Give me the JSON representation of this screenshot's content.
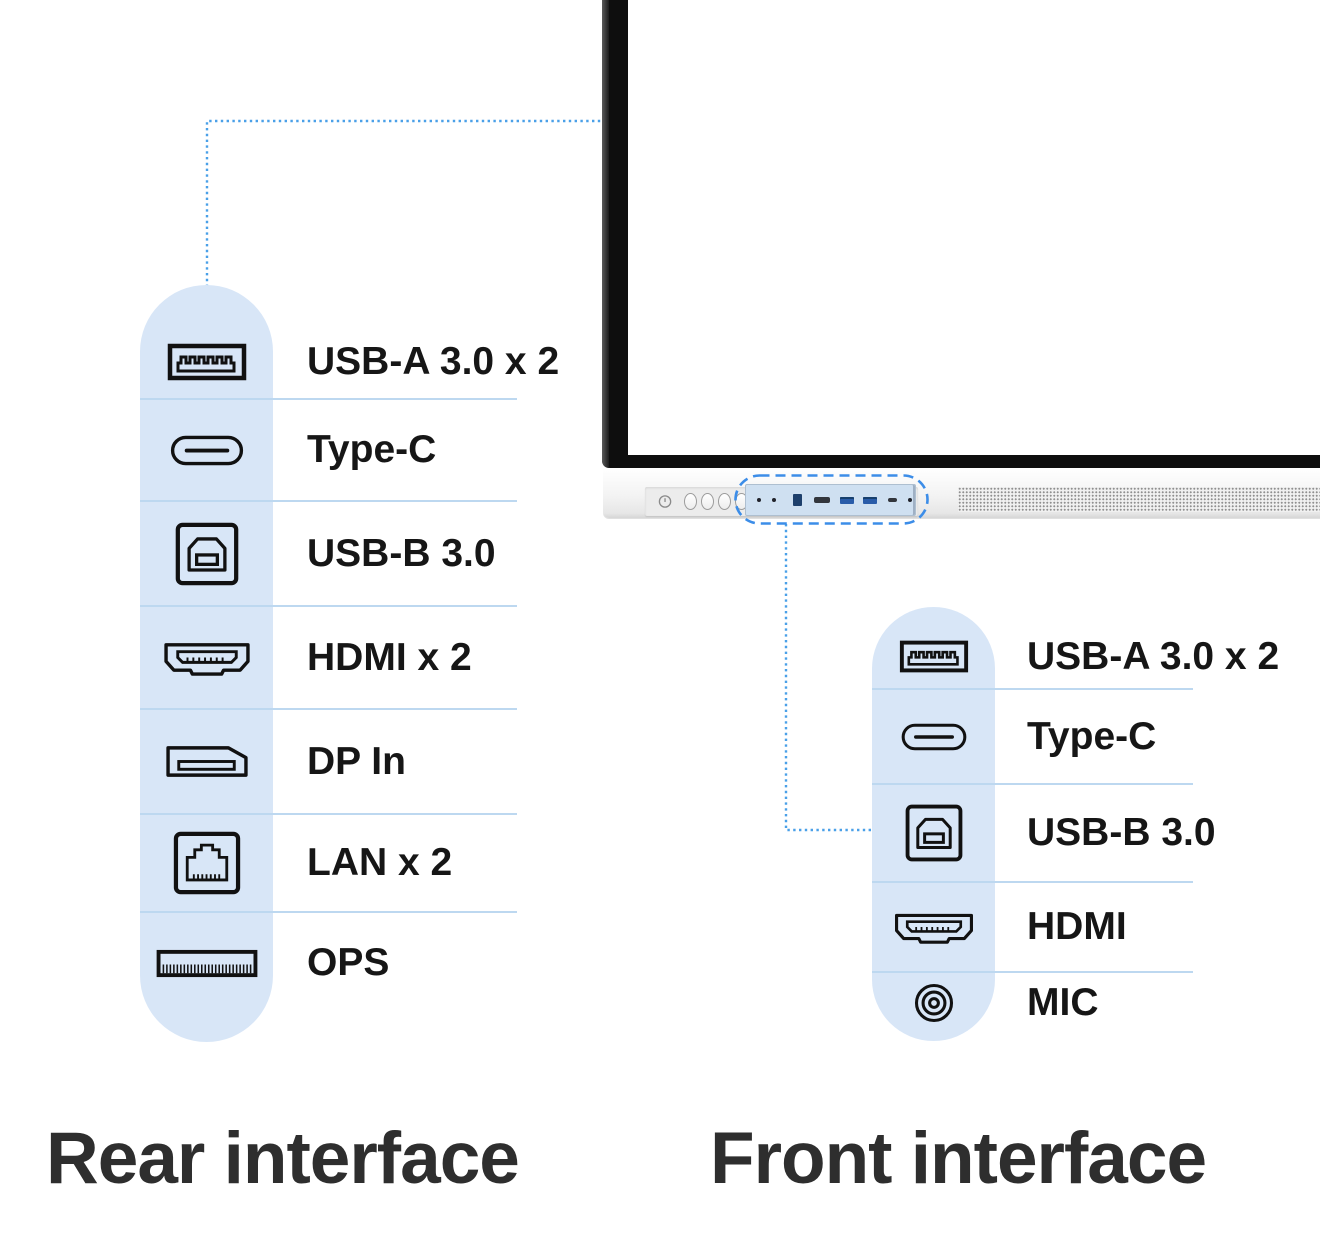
{
  "rear_panel": {
    "title": "Rear interface",
    "rows": [
      {
        "icon": "usb-a-icon",
        "label": "USB-A 3.0 x 2"
      },
      {
        "icon": "type-c-icon",
        "label": "Type-C"
      },
      {
        "icon": "usb-b-icon",
        "label": "USB-B 3.0"
      },
      {
        "icon": "hdmi-icon",
        "label": "HDMI x 2"
      },
      {
        "icon": "dp-icon",
        "label": "DP In"
      },
      {
        "icon": "lan-icon",
        "label": "LAN x 2"
      },
      {
        "icon": "ops-icon",
        "label": "OPS"
      }
    ]
  },
  "front_panel": {
    "title": "Front interface",
    "rows": [
      {
        "icon": "usb-a-icon",
        "label": "USB-A 3.0 x 2"
      },
      {
        "icon": "type-c-icon",
        "label": "Type-C"
      },
      {
        "icon": "usb-b-icon",
        "label": "USB-B 3.0"
      },
      {
        "icon": "hdmi-icon",
        "label": "HDMI"
      },
      {
        "icon": "mic-icon",
        "label": "MIC"
      }
    ]
  },
  "display": {
    "front_port_icons": [
      "power-icon",
      "nav-button",
      "mic-hole",
      "usb-b-port",
      "hdmi-port",
      "usb-a-port",
      "usb-a-port",
      "type-c-port",
      "mic-hole"
    ],
    "front_ports_highlighted": true
  },
  "colors": {
    "pill_background": "#d8e6f7",
    "row_divider": "#bdd8f0",
    "connector_dotted": "#4aa0e8",
    "port_outline_dashed": "#3c8de8",
    "label_text": "#161616",
    "title_text": "#2e2e2e",
    "port_panel_background": "#cfe0f1"
  }
}
